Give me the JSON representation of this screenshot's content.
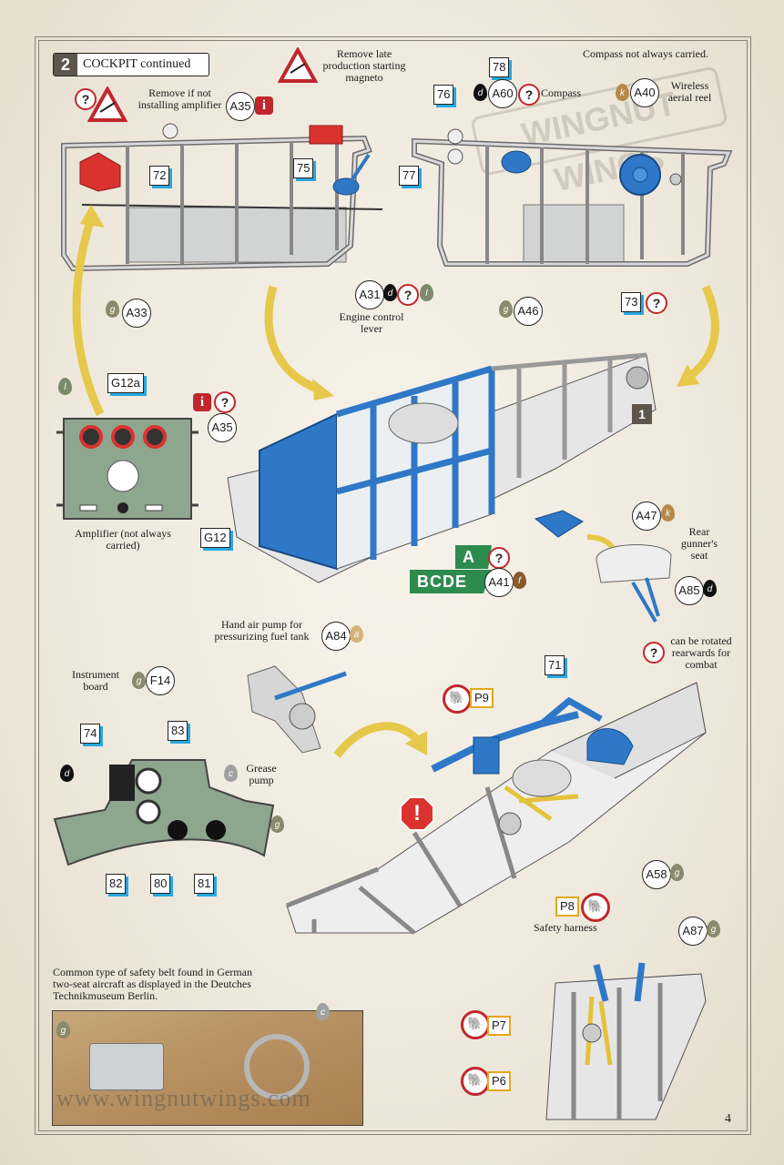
{
  "step": {
    "number": "2",
    "title": "COCKPIT continued"
  },
  "notes": {
    "remove_amp": "Remove if not installing amplifier",
    "remove_late": "Remove late production starting magneto",
    "compass_note": "Compass not always carried.",
    "compass": "Compass",
    "wireless": "Wireless aerial reel",
    "engine_lever": "Engine control lever",
    "amplifier": "Amplifier (not always carried)",
    "rear_seat": "Rear gunner's seat",
    "rotated": "can be rotated rearwards for combat",
    "hand_pump": "Hand air pump for pressurizing fuel tank",
    "instrument_board": "Instrument board",
    "grease_pump": "Grease pump",
    "safety_harness": "Safety harness",
    "belt_caption": "Common type of safety belt found in German two-seat aircraft as displayed in the Deutches Technikmuseum Berlin.",
    "website": "www.wingnutwings.com",
    "page_number": "4"
  },
  "parts": {
    "p72": "72",
    "p75": "75",
    "p76": "76",
    "p77": "77",
    "p78": "78",
    "p73": "73",
    "p1": "1",
    "p71": "71",
    "p74": "74",
    "p83": "83",
    "p82": "82",
    "p80": "80",
    "p81": "81",
    "g12a": "G12a",
    "g12": "G12"
  },
  "circles": {
    "a35_top": "A35",
    "a60": "A60",
    "a40": "A40",
    "a31": "A31",
    "a33": "A33",
    "a46": "A46",
    "a35": "A35",
    "a47": "A47",
    "a85": "A85",
    "a41": "A41",
    "a84": "A84",
    "f14": "F14",
    "a58": "A58",
    "a87": "A87"
  },
  "paints": {
    "g": "g",
    "d": "d",
    "k": "k",
    "l": "l",
    "f": "f",
    "a": "a",
    "c": "c"
  },
  "icons": {
    "question": "?",
    "info": "i",
    "warning": "!"
  },
  "variants": {
    "a": "A",
    "bcde": "BCDE"
  },
  "pe": {
    "p9": "P9",
    "p8": "P8",
    "p7": "P7",
    "p6": "P6"
  },
  "colors": {
    "blue": "#2f78c8",
    "red": "#d9322f",
    "grey": "#c9cbcc",
    "green": "#8ea58e",
    "accent_cyan": "#2aa7df"
  }
}
